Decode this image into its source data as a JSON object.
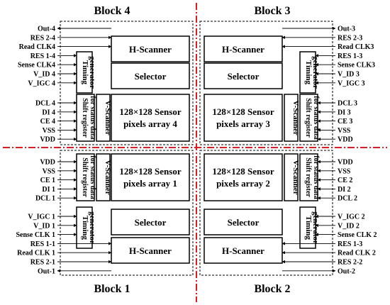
{
  "blocks": {
    "block4": "Block 4",
    "block3": "Block 3",
    "block1": "Block 1",
    "block2": "Block 2"
  },
  "components": {
    "h_scanner": "H-Scanner",
    "selector": "Selector",
    "timing_generator": [
      "Timing",
      "generator"
    ],
    "v_scanner": "V-Scanner",
    "shift_register": [
      "Shift register",
      "for status data"
    ],
    "sensor_array_4": [
      "128×128 Sensor",
      "pixels array 4"
    ],
    "sensor_array_3": [
      "128×128 Sensor",
      "pixels array 3"
    ],
    "sensor_array_1": [
      "128×128 Sensor",
      "pixels array 1"
    ],
    "sensor_array_2": [
      "128×128 Sensor",
      "pixels array 2"
    ]
  },
  "signals": {
    "block4_top": [
      "Out-4",
      "RES 2-4",
      "Read CLK4",
      "RES 1-4",
      "Sense CLK4",
      "V_ID 4",
      "V_IGC 4"
    ],
    "block4_mid": [
      "DCL 4",
      "DI 4",
      "CE 4",
      "VSS",
      "VDD"
    ],
    "block3_top": [
      "Out-3",
      "RES 2-3",
      "Read CLK3",
      "RES 1-3",
      "Sense CLK3",
      "V_ID 3",
      "V_IGC 3"
    ],
    "block3_mid": [
      "DCL 3",
      "DI 3",
      "CE 3",
      "VSS",
      "VDD"
    ],
    "block1_mid": [
      "VDD",
      "VSS",
      "CE 1",
      "DI 1",
      "DCL 1"
    ],
    "block1_bot": [
      "V_IGC 1",
      "V_ID 1",
      "Sense CLK 1",
      "RES 1-1",
      "Read CLK 1",
      "RES 2-1",
      "Out-1"
    ],
    "block2_mid": [
      "VDD",
      "VSS",
      "CE 2",
      "DI 2",
      "DCL 2"
    ],
    "block2_bot": [
      "V_IGC 2",
      "V_ID 2",
      "Sense CLK 2",
      "RES 1-3",
      "Read CLK 2",
      "RES 2-2",
      "Out-2"
    ]
  },
  "colors": {
    "axis": "#d81e1e",
    "line": "#000000"
  }
}
